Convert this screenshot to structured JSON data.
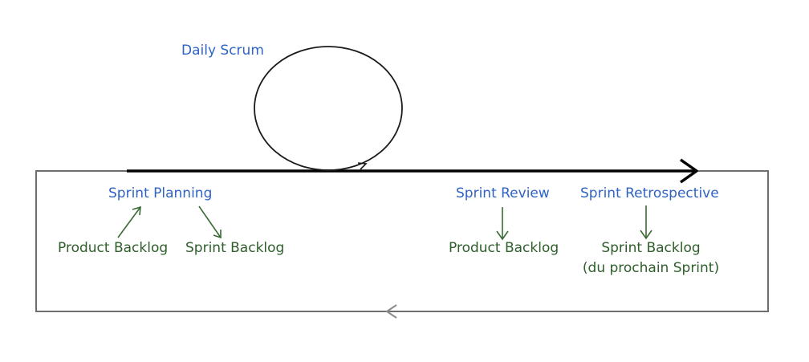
{
  "colors": {
    "event_text": "#2f63c4",
    "artifact_text": "#2e5e2a",
    "line": "#7a7a7a",
    "main_arrow": "#000000"
  },
  "events": {
    "daily_scrum": "Daily Scrum",
    "sprint_planning": "Sprint Planning",
    "sprint_review": "Sprint Review",
    "sprint_retrospective": "Sprint Retrospective"
  },
  "artifacts": {
    "planning_input": "Product Backlog",
    "planning_output": "Sprint Backlog",
    "review_output": "Product Backlog",
    "retro_output_line1": "Sprint Backlog",
    "retro_output_line2": "(du prochain Sprint)"
  }
}
